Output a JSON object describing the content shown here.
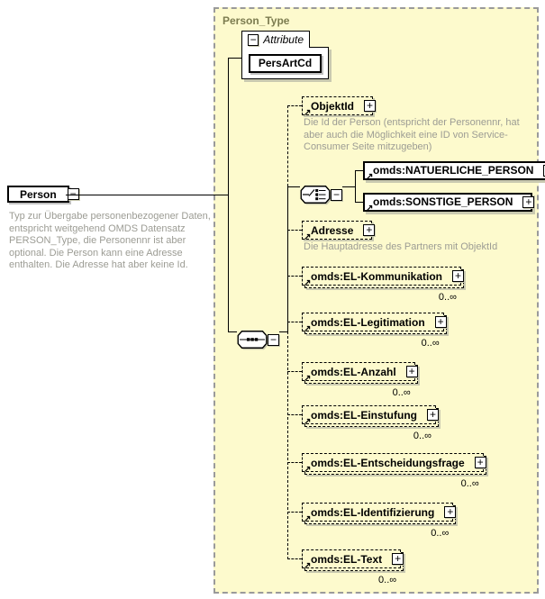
{
  "type_container": {
    "title": "Person_Type"
  },
  "root_element": {
    "label": "Person",
    "description": "Typ zur Übergabe personenbezogener Daten, entspricht weitgehend OMDS Datensatz PERSON_Type, die Personennr ist aber optional. Die Person kann eine Adresse enthalten. Die Adresse hat aber keine Id."
  },
  "attribute_block": {
    "header": "Attribute",
    "attribute_name": "PersArtCd"
  },
  "children": {
    "objektid": {
      "label": "ObjektId",
      "annotation": "Die Id der Person (entspricht der Personennr, hat aber auch die Möglichkeit eine ID von Service-Consumer Seite mitzugeben)"
    },
    "natuerliche_person": {
      "label": "omds:NATUERLICHE_PERSON"
    },
    "sonstige_person": {
      "label": "omds:SONSTIGE_PERSON"
    },
    "adresse": {
      "label": "Adresse",
      "annotation": "Die Hauptadresse des Partners mit ObjektId"
    },
    "el_kommunikation": {
      "label": "omds:EL-Kommunikation",
      "occurrence": "0..∞"
    },
    "el_legitimation": {
      "label": "omds:EL-Legitimation",
      "occurrence": "0..∞"
    },
    "el_anzahl": {
      "label": "omds:EL-Anzahl",
      "occurrence": "0..∞"
    },
    "el_einstufung": {
      "label": "omds:EL-Einstufung",
      "occurrence": "0..∞"
    },
    "el_entscheidungsfrage": {
      "label": "omds:EL-Entscheidungsfrage",
      "occurrence": "0..∞"
    },
    "el_identifizierung": {
      "label": "omds:EL-Identifizierung",
      "occurrence": "0..∞"
    },
    "el_text": {
      "label": "omds:EL-Text",
      "occurrence": "0..∞"
    }
  },
  "icons": {
    "plus": "+",
    "minus": "−",
    "reference_arrow": "↗"
  },
  "colors": {
    "container_background": "#FDFACD",
    "container_border": "#9A9A9A",
    "container_title": "#7C7C50",
    "annotation_text": "#9C9C94",
    "shadow": "#C9C9B0",
    "node_border": "#000000"
  }
}
